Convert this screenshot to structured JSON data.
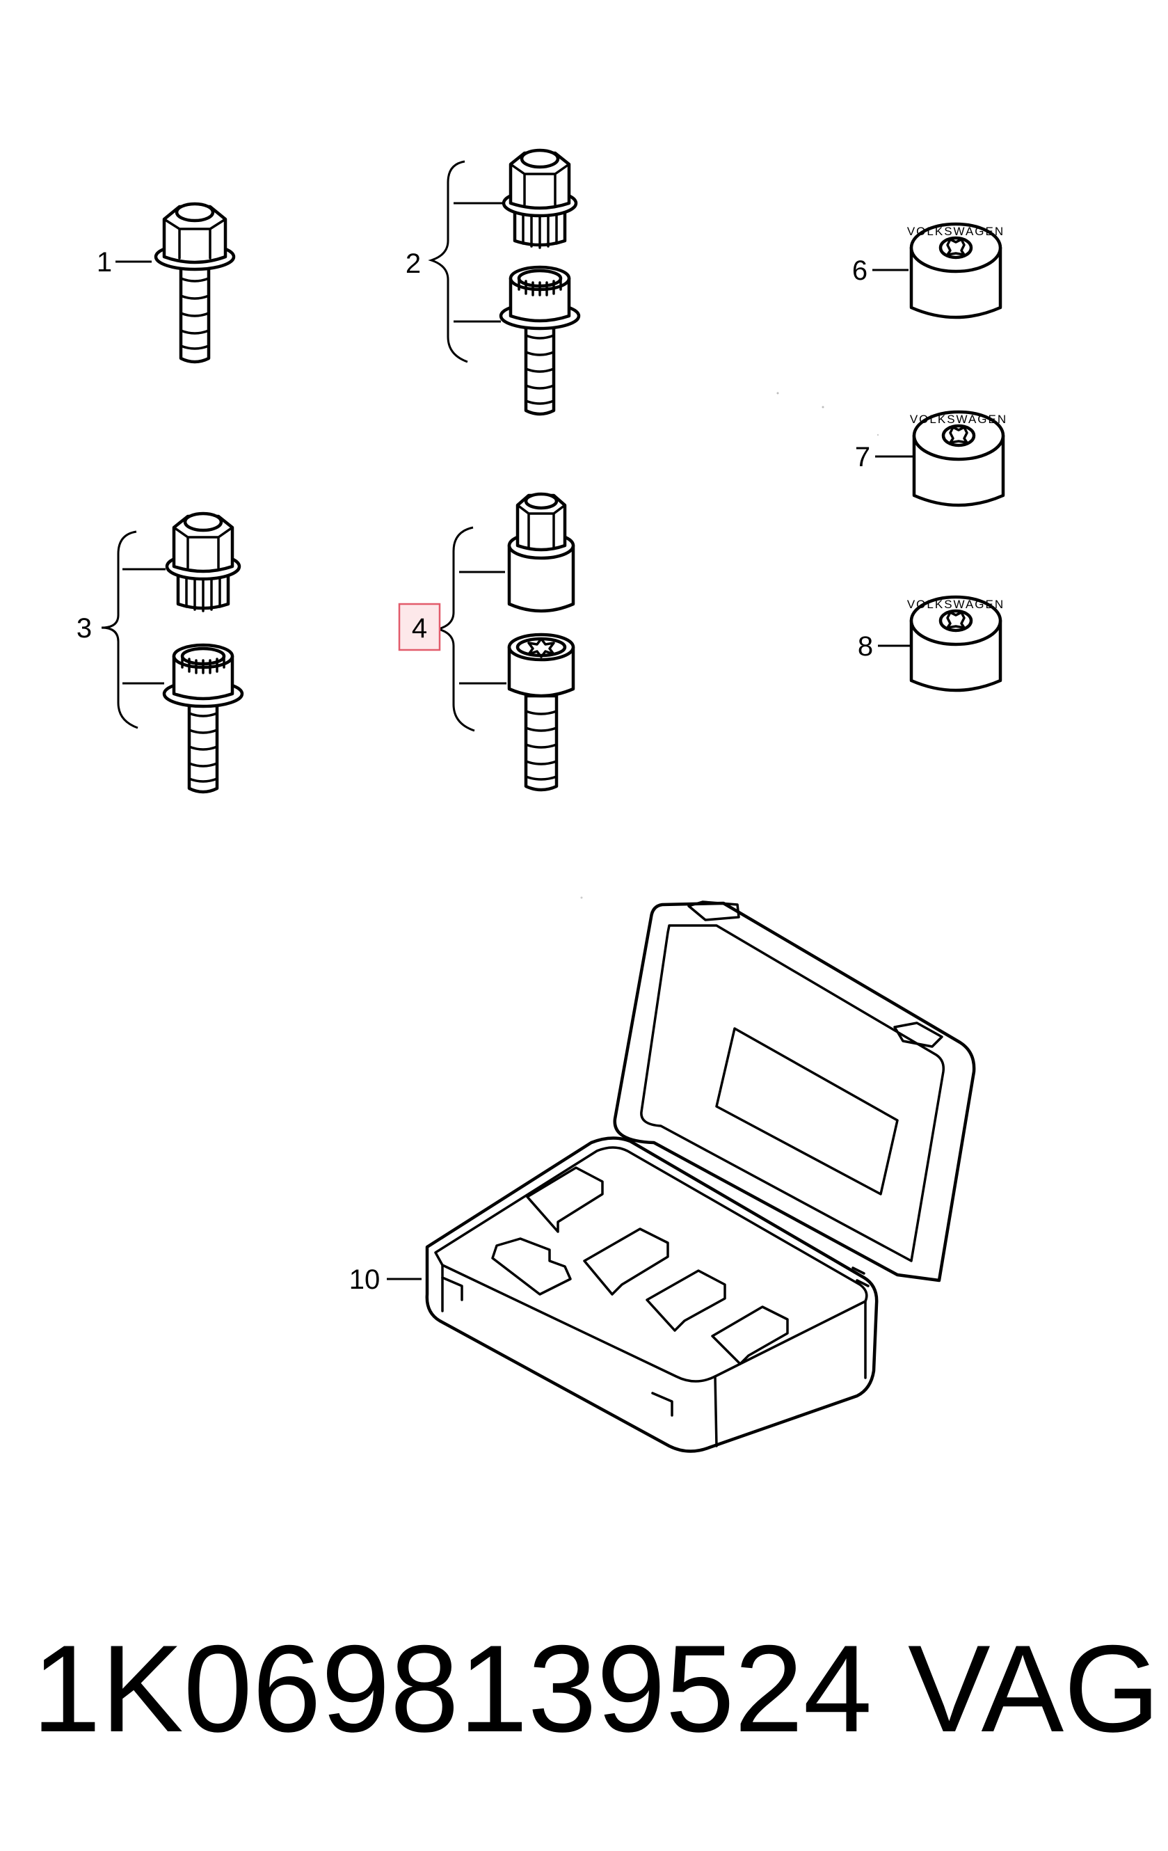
{
  "callouts": [
    {
      "id": "1",
      "label": "1",
      "highlighted": false
    },
    {
      "id": "2",
      "label": "2",
      "highlighted": false
    },
    {
      "id": "3",
      "label": "3",
      "highlighted": false
    },
    {
      "id": "4",
      "label": "4",
      "highlighted": true
    },
    {
      "id": "6",
      "label": "6",
      "highlighted": false
    },
    {
      "id": "7",
      "label": "7",
      "highlighted": false
    },
    {
      "id": "8",
      "label": "8",
      "highlighted": false
    },
    {
      "id": "10",
      "label": "10",
      "highlighted": false
    }
  ],
  "cap_text": "VOLKSWAGEN",
  "footer": {
    "part_number": "1K0698139524",
    "brand": "VAG"
  },
  "colors": {
    "highlight_fill": "#fde8ea",
    "highlight_stroke": "#e25b6b",
    "line": "#000000"
  }
}
